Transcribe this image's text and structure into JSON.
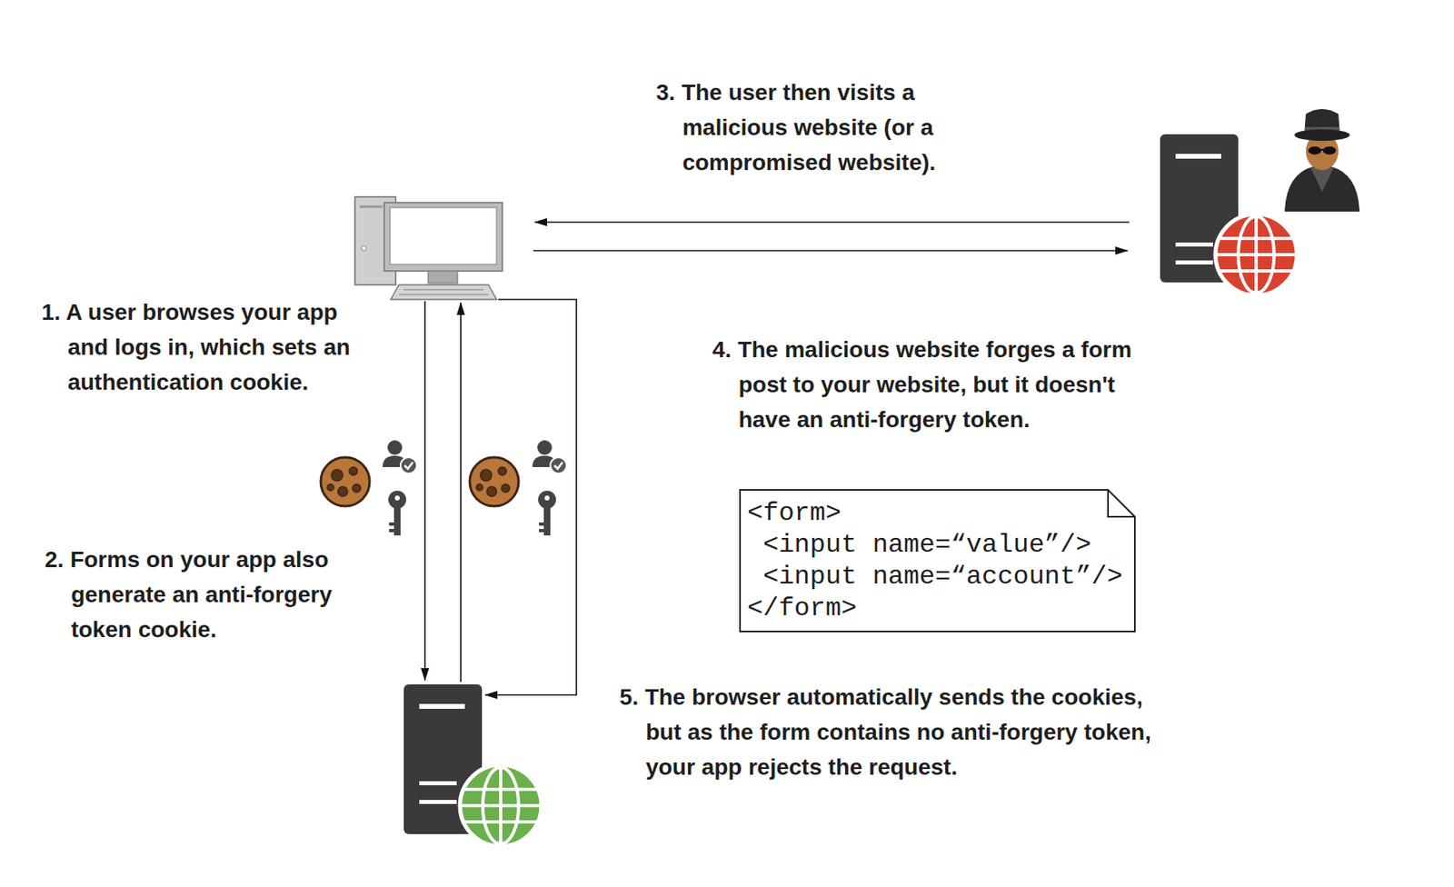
{
  "diagram": {
    "nodes": [
      {
        "text": [
          "<form>",
          "<input name=“value”/>",
          "<input name=“account”/>",
          "</form>"
        ]
      }
    ],
    "labels": [
      "1. A user browses your app and logs in, which sets an authentication cookie.",
      "2. Forms on your app also generate an anti-forgery token cookie.",
      "3. The user then visits a malicious website (or a compromised website).",
      "4. The malicious website forges a form post to your website, but it doesn't have an anti-forgery token.",
      "5. The browser automatically sends the cookies, but as the form contains no anti-forgery token, your app rejects the request."
    ]
  }
}
